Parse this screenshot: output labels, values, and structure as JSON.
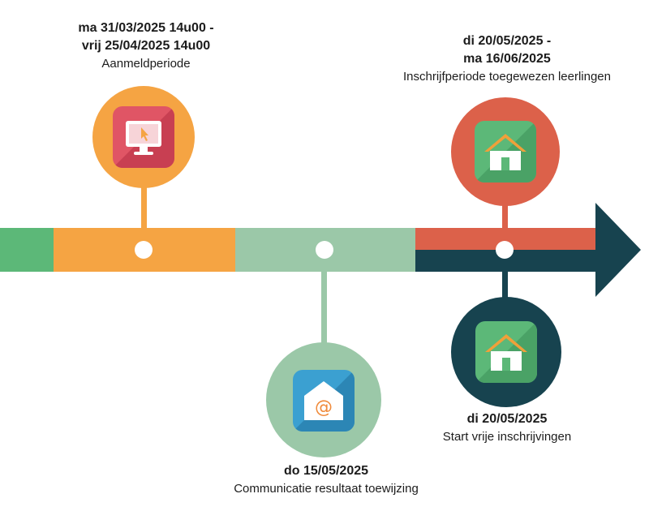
{
  "colors": {
    "green": "#5cb878",
    "orange": "#f5a443",
    "mint": "#9bc8a8",
    "red": "#dc614a",
    "navy": "#17434f"
  },
  "milestones": [
    {
      "date_line1": "ma 31/03/2025 14u00 -",
      "date_line2": "vrij 25/04/2025 14u00",
      "label": "Aanmeldperiode",
      "icon": "computer-monitor-icon"
    },
    {
      "date_line1": "do 15/05/2025",
      "label": "Communicatie resultaat toewijzing",
      "icon": "email-at-house-icon"
    },
    {
      "date_line1": "di 20/05/2025 -",
      "date_line2": "ma 16/06/2025",
      "label": "Inschrijfperiode toegewezen leerlingen",
      "icon": "house-icon"
    },
    {
      "date_line1": "di 20/05/2025",
      "label": "Start vrije inschrijvingen",
      "icon": "house-icon"
    }
  ]
}
